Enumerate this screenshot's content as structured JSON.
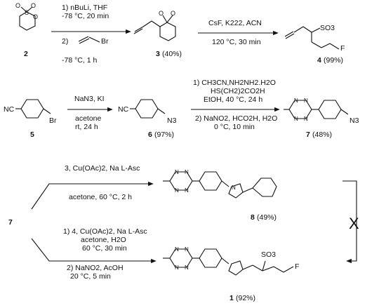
{
  "scheme": {
    "step1": {
      "reagent_line1": "1) nBuLi, THF",
      "reagent_line2": "-78 °C, 20 min",
      "reagent_line3": "2)",
      "reagent_line4": "-78 °C, 1 h",
      "start_label": "2",
      "product_label": "3",
      "product_yield": "(40%)",
      "atom_br": "Br"
    },
    "step2": {
      "reagent_line1": "CsF, K222, ACN",
      "reagent_line2": "120 °C, 30 min",
      "product_label": "4",
      "product_yield": "(99%)",
      "atom_f": "F",
      "so3": "SO3"
    },
    "step3": {
      "reagent_line1": "NaN3, KI",
      "reagent_line2": "acetone",
      "reagent_line3": "rt, 24 h",
      "start_label": "5",
      "start_nc": "NC",
      "start_br": "Br",
      "product_label": "6",
      "product_yield": "(97%)",
      "product_nc": "NC",
      "product_n3": "N3"
    },
    "step4": {
      "reagent_line1": "1) CH3CN,NH2NH2.H2O",
      "reagent_line2": "HS(CH2)2CO2H",
      "reagent_line3": "EtOH, 40 °C, 24 h",
      "reagent_line4": "2) NaNO2, HCO2H, H2O",
      "reagent_line5": "0 °C, 10 min",
      "product_label": "7",
      "product_yield": "(48%)",
      "product_n3": "N3"
    },
    "branch_top": {
      "reagent_line1": "3, Cu(OAc)2, Na L-Asc",
      "reagent_line2": "acetone, 60 °C, 2 h",
      "product_label": "8",
      "product_yield": "(49%)"
    },
    "branch_bottom": {
      "reagent_line1": "1) 4, Cu(OAc)2, Na L-Asc",
      "reagent_line2": "acetone, H2O",
      "reagent_line3": "60 °C, 30 min",
      "reagent_line4": "2) NaNO2, AcOH",
      "reagent_line5": "20 °C, 5 min",
      "product_label": "1",
      "product_yield": "(92%)",
      "so3": "SO3",
      "atom_f": "F"
    },
    "branch_start_label": "7",
    "blocked_mark": "X"
  }
}
